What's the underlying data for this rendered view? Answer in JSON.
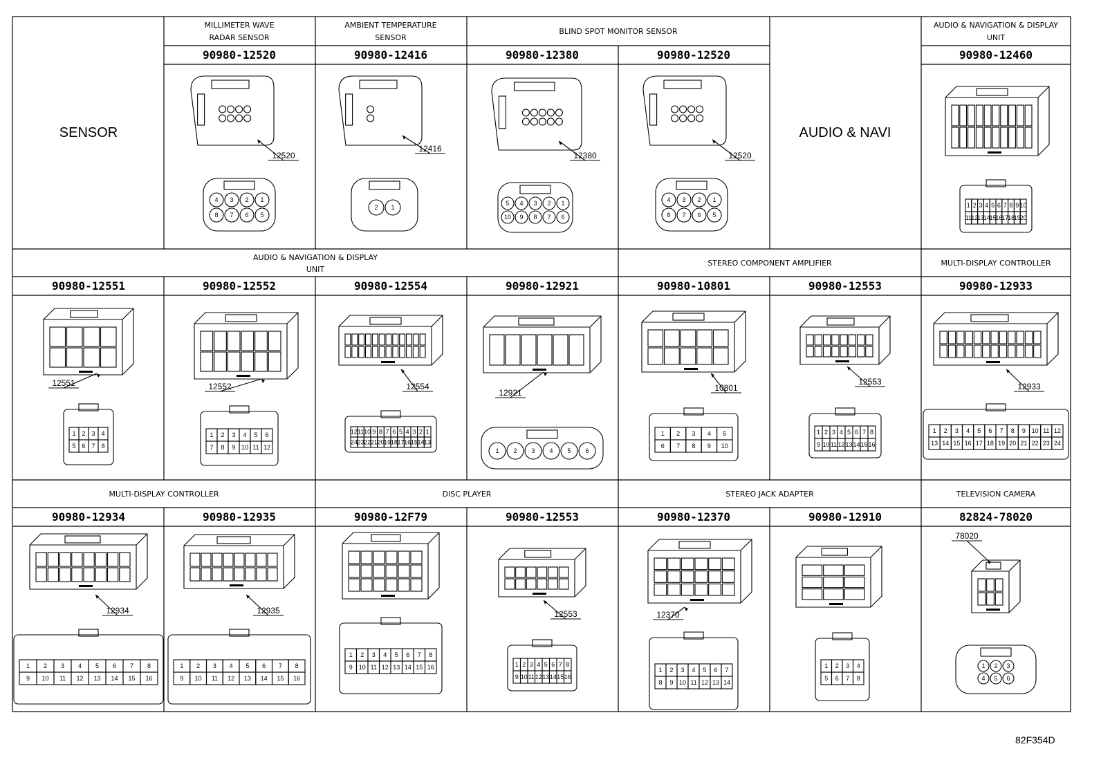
{
  "drawing_id": "82F354D",
  "sensor": {
    "label": "SENSOR",
    "millimeter_wave": {
      "caption": [
        "MILLIMETER WAVE",
        "RADAR SENSOR"
      ],
      "part": "90980-12520",
      "callout": "12520",
      "pins": [
        "4",
        "3",
        "2",
        "1",
        "8",
        "7",
        "6",
        "5"
      ]
    },
    "ambient_temp": {
      "caption": [
        "AMBIENT TEMPERATURE",
        "SENSOR"
      ],
      "part": "90980-12416",
      "callout": "12416",
      "pins": [
        "2",
        "1"
      ]
    },
    "blind_spot_caption": "BLIND SPOT MONITOR SENSOR",
    "blind_spot_a": {
      "part": "90980-12380",
      "callout": "12380",
      "pins": [
        "5",
        "4",
        "3",
        "2",
        "1",
        "10",
        "9",
        "8",
        "7",
        "6"
      ]
    },
    "blind_spot_b": {
      "part": "90980-12520",
      "callout": "12520",
      "pins": [
        "4",
        "3",
        "2",
        "1",
        "8",
        "7",
        "6",
        "5"
      ]
    }
  },
  "audio_navi_label": "AUDIO & NAVI",
  "row1_display_unit": {
    "caption": [
      "AUDIO & NAVIGATION & DISPLAY",
      "UNIT"
    ],
    "part": "90980-12460",
    "pins": [
      "1",
      "2",
      "3",
      "4",
      "5",
      "6",
      "7",
      "8",
      "9",
      "10",
      "11",
      "12",
      "13",
      "14",
      "15",
      "16",
      "17",
      "18",
      "19",
      "20"
    ]
  },
  "row2": {
    "display_unit_caption": [
      "AUDIO & NAVIGATION & DISPLAY",
      "UNIT"
    ],
    "stereo_amp_caption": "STEREO COMPONENT AMPLIFIER",
    "mdc_caption": "MULTI-DISPLAY CONTROLLER",
    "items": [
      {
        "part": "90980-12551",
        "callout": "12551",
        "pins": [
          "1",
          "2",
          "3",
          "4",
          "5",
          "6",
          "7",
          "8"
        ]
      },
      {
        "part": "90980-12552",
        "callout": "12552",
        "pins": [
          "1",
          "2",
          "3",
          "4",
          "5",
          "6",
          "7",
          "8",
          "9",
          "10",
          "11",
          "12"
        ]
      },
      {
        "part": "90980-12554",
        "callout": "12554",
        "pins": [
          "12",
          "11",
          "10",
          "9",
          "8",
          "7",
          "6",
          "5",
          "4",
          "3",
          "2",
          "1",
          "24",
          "23",
          "22",
          "21",
          "20",
          "19",
          "18",
          "17",
          "16",
          "15",
          "14",
          "13"
        ]
      },
      {
        "part": "90980-12921",
        "callout": "12921",
        "pins": [
          "1",
          "2",
          "3",
          "4",
          "5",
          "6"
        ]
      },
      {
        "part": "90980-10801",
        "callout": "10801",
        "pins": [
          "1",
          "2",
          "3",
          "4",
          "5",
          "6",
          "7",
          "8",
          "9",
          "10"
        ]
      },
      {
        "part": "90980-12553",
        "callout": "12553",
        "pins": [
          "1",
          "2",
          "3",
          "4",
          "5",
          "6",
          "7",
          "8",
          "9",
          "10",
          "11",
          "12",
          "13",
          "14",
          "15",
          "16"
        ]
      },
      {
        "part": "90980-12933",
        "callout": "12933",
        "pins": [
          "1",
          "2",
          "3",
          "4",
          "5",
          "6",
          "7",
          "8",
          "9",
          "10",
          "11",
          "12",
          "13",
          "14",
          "15",
          "16",
          "17",
          "18",
          "19",
          "20",
          "21",
          "22",
          "23",
          "24"
        ]
      }
    ]
  },
  "row3": {
    "mdc_caption": "MULTI-DISPLAY CONTROLLER",
    "disc_caption": "DISC PLAYER",
    "jack_caption": "STEREO JACK ADAPTER",
    "tv_caption": "TELEVISION CAMERA",
    "items": [
      {
        "part": "90980-12934",
        "callout": "12934",
        "pins": [
          "1",
          "2",
          "3",
          "4",
          "5",
          "6",
          "7",
          "8",
          "9",
          "10",
          "11",
          "12",
          "13",
          "14",
          "15",
          "16"
        ]
      },
      {
        "part": "90980-12935",
        "callout": "12935",
        "pins": [
          "1",
          "2",
          "3",
          "4",
          "5",
          "6",
          "7",
          "8",
          "9",
          "10",
          "11",
          "12",
          "13",
          "14",
          "15",
          "16"
        ]
      },
      {
        "part": "90980-12F79",
        "callout": "",
        "pins": [
          "1",
          "2",
          "3",
          "4",
          "5",
          "6",
          "7",
          "8",
          "9",
          "10",
          "11",
          "12",
          "13",
          "14",
          "15",
          "16"
        ]
      },
      {
        "part": "90980-12553",
        "callout": "12553",
        "pins": [
          "1",
          "2",
          "3",
          "4",
          "5",
          "6",
          "7",
          "8",
          "9",
          "10",
          "11",
          "12",
          "13",
          "14",
          "15",
          "16"
        ]
      },
      {
        "part": "90980-12370",
        "callout": "12370",
        "pins": [
          "1",
          "2",
          "3",
          "4",
          "5",
          "6",
          "7",
          "8",
          "9",
          "10",
          "11",
          "12",
          "13",
          "14"
        ]
      },
      {
        "part": "90980-12910",
        "callout": "",
        "pins": [
          "1",
          "2",
          "3",
          "4",
          "5",
          "6",
          "7",
          "8"
        ]
      },
      {
        "part": "82824-78020",
        "callout": "78020",
        "pins": [
          "1",
          "2",
          "3",
          "4",
          "5",
          "6"
        ]
      }
    ]
  }
}
